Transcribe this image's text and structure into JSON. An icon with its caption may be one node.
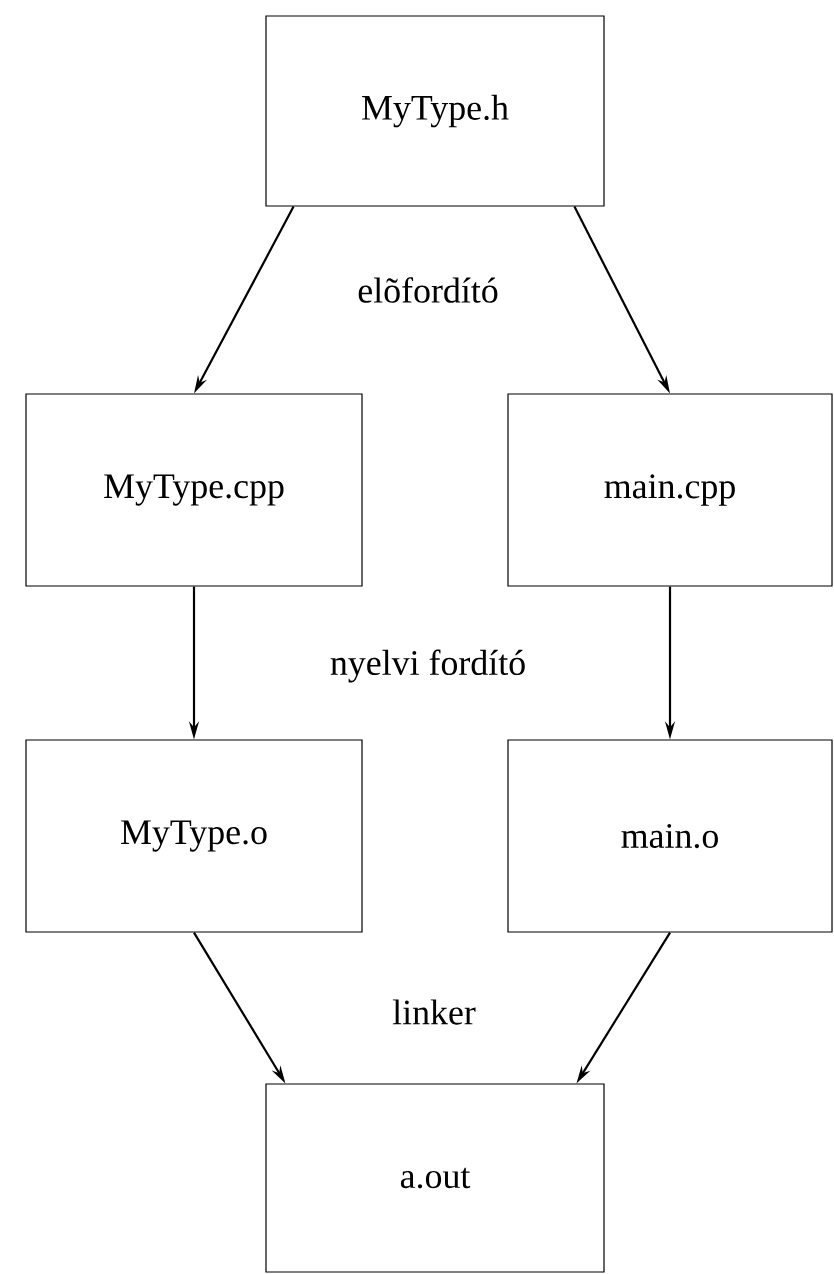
{
  "diagram": {
    "nodes": [
      {
        "text": [
          "MyType.h"
        ]
      },
      {
        "text": [
          "MyType.cpp"
        ]
      },
      {
        "text": [
          "main.cpp"
        ]
      },
      {
        "text": [
          "MyType.o"
        ]
      },
      {
        "text": [
          "main.o"
        ]
      },
      {
        "text": [
          "a.out"
        ]
      }
    ],
    "edges": [
      {
        "from": 0,
        "to": 1,
        "arrow": "to"
      },
      {
        "from": 0,
        "to": 2,
        "arrow": "to"
      },
      {
        "from": 1,
        "to": 3,
        "arrow": "to"
      },
      {
        "from": 2,
        "to": 4,
        "arrow": "to"
      },
      {
        "from": 3,
        "to": 5,
        "arrow": "to"
      },
      {
        "from": 4,
        "to": 5,
        "arrow": "to"
      }
    ],
    "labels": [
      "elõfordító",
      "nyelvi fordító",
      "linker"
    ]
  }
}
